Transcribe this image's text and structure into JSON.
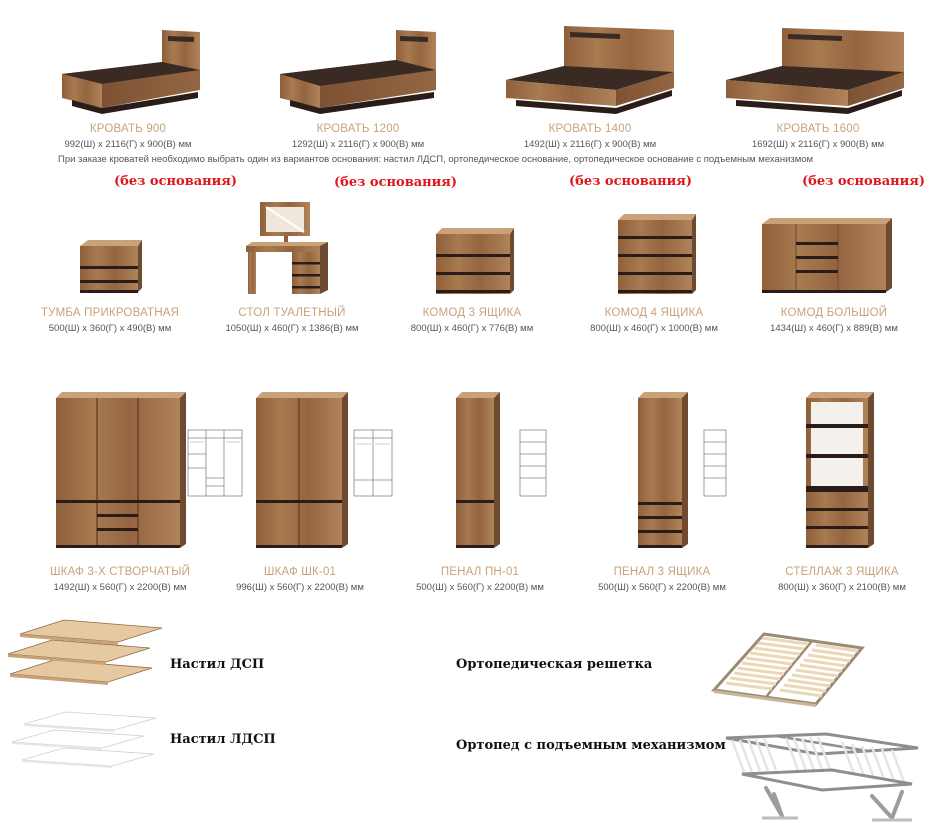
{
  "beds": [
    {
      "title": "КРОВАТЬ 900",
      "dims": "992(Ш) х 2116(Г) х 900(В) мм",
      "base": "(без основания)"
    },
    {
      "title": "КРОВАТЬ 1200",
      "dims": "1292(Ш) х 2116(Г) х 900(В) мм",
      "base": "(без основания)"
    },
    {
      "title": "КРОВАТЬ 1400",
      "dims": "1492(Ш) х 2116(Г) х 900(В) мм",
      "base": "(без основания)"
    },
    {
      "title": "КРОВАТЬ 1600",
      "dims": "1692(Ш) х 2116(Г) х 900(В) мм",
      "base": "(без основания)"
    }
  ],
  "note": "При заказе кроватей необходимо выбрать один из вариантов основания: настил ЛДСП, ортопедическое основание, ортопедическое основание с подъемным механизмом",
  "row2": [
    {
      "title": "ТУМБА ПРИКРОВАТНАЯ",
      "dims": "500(Ш) х 360(Г) х 490(В) мм"
    },
    {
      "title": "СТОЛ ТУАЛЕТНЫЙ",
      "dims": "1050(Ш) х 460(Г) х 1386(В) мм"
    },
    {
      "title": "КОМОД 3 ЯЩИКА",
      "dims": "800(Ш) х 460(Г) х 776(В) мм"
    },
    {
      "title": "КОМОД 4 ЯЩИКА",
      "dims": "800(Ш) х 460(Г) х 1000(В) мм"
    },
    {
      "title": "КОМОД БОЛЬШОЙ",
      "dims": "1434(Ш) х 460(Г) х 889(В) мм"
    }
  ],
  "row3": [
    {
      "title": "ШКАФ 3-Х СТВОРЧАТЫЙ",
      "dims": "1492(Ш) х 560(Г) х 2200(В) мм"
    },
    {
      "title": "ШКАФ ШК-01",
      "dims": "996(Ш) х 560(Г) х 2200(В) мм"
    },
    {
      "title": "ПЕНАЛ ПН-01",
      "dims": "500(Ш) х 560(Г) х 2200(В) мм"
    },
    {
      "title": "ПЕНАЛ 3 ЯЩИКА",
      "dims": "500(Ш) х 560(Г) х 2200(В) мм"
    },
    {
      "title": "СТЕЛЛАЖ 3 ЯЩИКА",
      "dims": "800(Ш) х 360(Г) х 2100(В) мм"
    }
  ],
  "bases": {
    "dsp": "Настил ДСП",
    "ldsp": "Настил ЛДСП",
    "ortho": "Ортопедическая решетка",
    "lift": "Ортопед с подъемным механизмом"
  },
  "colors": {
    "wood": "#a27047",
    "wood_dark": "#3a2a24",
    "title": "#c9a27a",
    "accent_red": "#e0151b"
  }
}
